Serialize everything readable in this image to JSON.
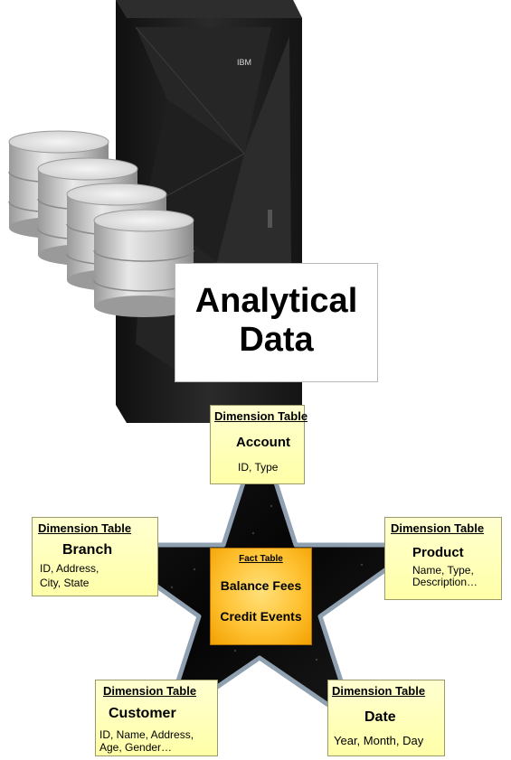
{
  "server": {
    "brand": "IBM"
  },
  "title": {
    "line1": "Analytical",
    "line2": "Data"
  },
  "fact_table": {
    "header": "Fact Table",
    "line1": "Balance Fees",
    "line2": "Credit Events"
  },
  "dimensions": {
    "account": {
      "header": "Dimension Table",
      "name": "Account",
      "attr1": "ID, Type"
    },
    "branch": {
      "header": "Dimension Table",
      "name": "Branch",
      "attr1": "ID, Address,",
      "attr2": "City, State"
    },
    "product": {
      "header": "Dimension Table",
      "name": "Product",
      "attr1": "Name, Type,",
      "attr2": "Description…"
    },
    "customer": {
      "header": "Dimension Table",
      "name": "Customer",
      "attr1": "ID, Name, Address,",
      "attr2": "Age, Gender…"
    },
    "date": {
      "header": "Dimension Table",
      "name": "Date",
      "attr1": "Year, Month, Day"
    }
  },
  "colors": {
    "dimension_fill": "#ffffb0",
    "fact_fill": "#ffc233",
    "star_fill": "#0a0a0a",
    "star_outline": "#8fa0b0",
    "server_body": "#1c1c1c"
  }
}
